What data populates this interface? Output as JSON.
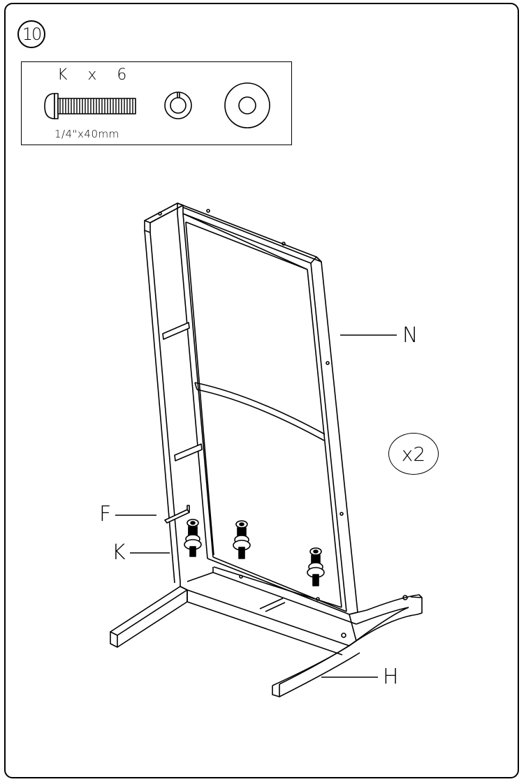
{
  "step": {
    "number": "10"
  },
  "parts": {
    "quantity_label": "K x 6",
    "bolt_size": "1/4\"x40mm"
  },
  "callouts": {
    "n": "N",
    "f": "F",
    "k": "K",
    "h": "H"
  },
  "multiplier": "x2",
  "colors": {
    "line": "#000000",
    "background": "#ffffff"
  }
}
